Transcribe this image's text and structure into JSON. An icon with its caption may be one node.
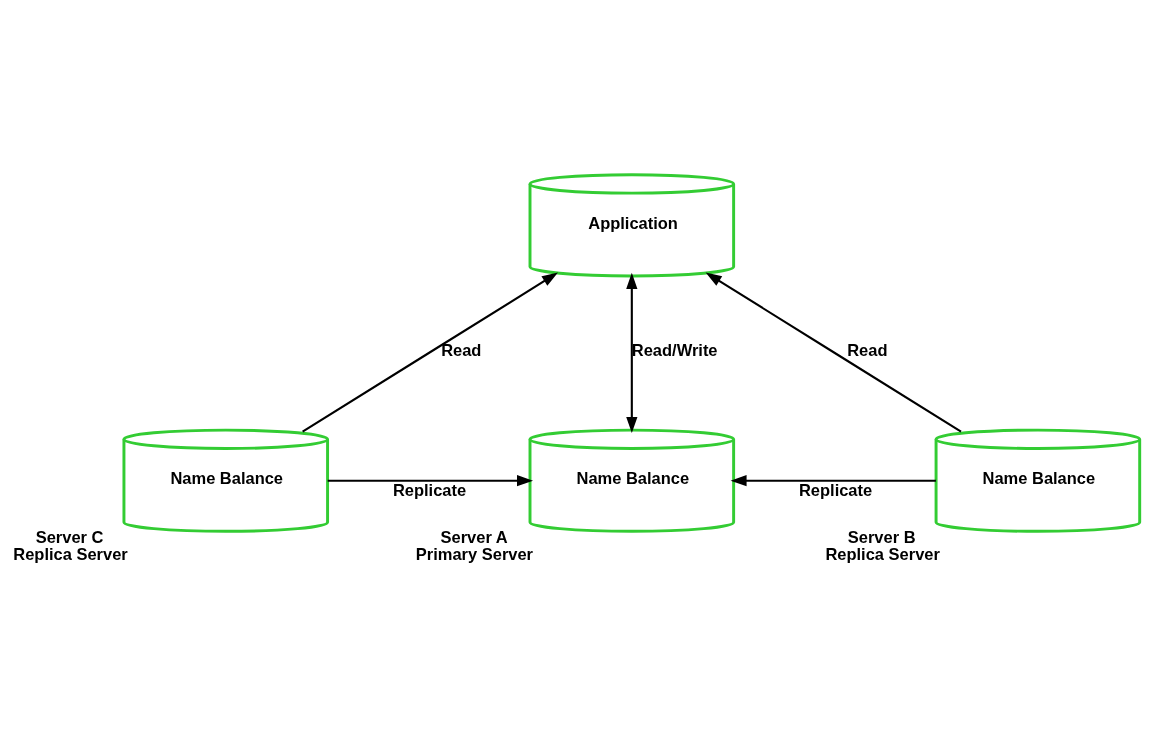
{
  "diagram": {
    "nodes": [
      {
        "text": [
          "Application"
        ]
      },
      {
        "text": [
          "Name Balance"
        ],
        "beside": [
          "Server C",
          "Replica Server"
        ]
      },
      {
        "text": [
          "Name Balance"
        ],
        "beside": [
          "Server A",
          "Primary Server"
        ]
      },
      {
        "text": [
          "Name Balance"
        ],
        "beside": [
          "Server B",
          "Replica Server"
        ]
      }
    ],
    "edges": [
      {
        "from": 1,
        "to": 0,
        "arrow": "to",
        "label": "Read"
      },
      {
        "from": 2,
        "to": 0,
        "arrow": "both",
        "label": "Read/Write"
      },
      {
        "from": 3,
        "to": 0,
        "arrow": "to",
        "label": "Read"
      },
      {
        "from": 1,
        "to": 2,
        "arrow": "to",
        "label": "Replicate"
      },
      {
        "from": 3,
        "to": 2,
        "arrow": "to",
        "label": "Replicate"
      }
    ]
  }
}
